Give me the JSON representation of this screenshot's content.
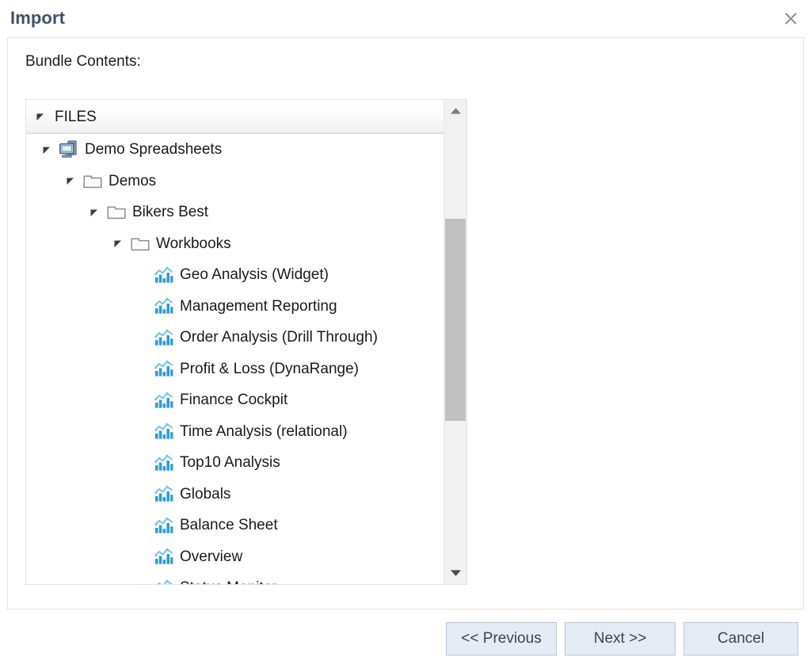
{
  "dialog": {
    "title": "Import",
    "close_icon": "close-x-icon",
    "content_label": "Bundle Contents:"
  },
  "tree": {
    "root_label": "FILES",
    "root_icon": "expander-open-icon",
    "nodes": [
      {
        "label": "Demo Spreadsheets",
        "icon": "computer-icon",
        "depth": 1,
        "expanded": true
      },
      {
        "label": "Demos",
        "icon": "folder-icon",
        "depth": 2,
        "expanded": true
      },
      {
        "label": "Bikers Best",
        "icon": "folder-icon",
        "depth": 3,
        "expanded": true
      },
      {
        "label": "Workbooks",
        "icon": "folder-icon",
        "depth": 4,
        "expanded": true
      },
      {
        "label": "Geo Analysis (Widget)",
        "icon": "chart-icon",
        "depth": 5,
        "expanded": false
      },
      {
        "label": "Management Reporting",
        "icon": "chart-icon",
        "depth": 5,
        "expanded": false
      },
      {
        "label": "Order Analysis (Drill Through)",
        "icon": "chart-icon",
        "depth": 5,
        "expanded": false
      },
      {
        "label": "Profit & Loss (DynaRange)",
        "icon": "chart-icon",
        "depth": 5,
        "expanded": false
      },
      {
        "label": "Finance Cockpit",
        "icon": "chart-icon",
        "depth": 5,
        "expanded": false
      },
      {
        "label": "Time Analysis (relational)",
        "icon": "chart-icon",
        "depth": 5,
        "expanded": false
      },
      {
        "label": "Top10 Analysis",
        "icon": "chart-icon",
        "depth": 5,
        "expanded": false
      },
      {
        "label": "Globals",
        "icon": "chart-icon",
        "depth": 5,
        "expanded": false
      },
      {
        "label": "Balance Sheet",
        "icon": "chart-icon",
        "depth": 5,
        "expanded": false
      },
      {
        "label": "Overview",
        "icon": "chart-icon",
        "depth": 5,
        "expanded": false
      },
      {
        "label": "Status Monitor",
        "icon": "chart-icon",
        "depth": 5,
        "expanded": false
      }
    ]
  },
  "scrollbar": {
    "up_icon": "scroll-up-arrow-icon",
    "down_icon": "scroll-down-arrow-icon",
    "thumb_top_pct": 22,
    "thumb_height_pct": 46
  },
  "footer": {
    "previous_label": "<< Previous",
    "next_label": "Next >>",
    "cancel_label": "Cancel"
  },
  "colors": {
    "title": "#3f5067",
    "panel_border": "#e3e3e6",
    "tree_border": "#dfe3ea",
    "chart_icon_blue": "#2e9bd6",
    "chart_icon_light_blue": "#6ec4ea",
    "computer_icon_blue": "#4a6484",
    "button_face": "#e4ebf3",
    "button_border": "#b9c6d6",
    "scroll_thumb": "#c0c0c0",
    "scroll_track": "#f1f1f1"
  }
}
